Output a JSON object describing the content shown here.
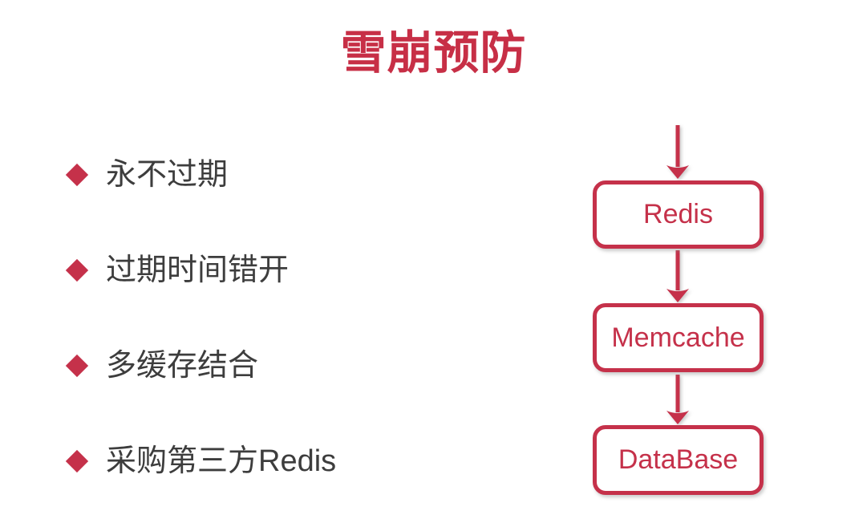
{
  "slide": {
    "title": "雪崩预防",
    "bullets": [
      {
        "label": "永不过期"
      },
      {
        "label": "过期时间错开"
      },
      {
        "label": "多缓存结合"
      },
      {
        "label": "采购第三方Redis"
      }
    ],
    "diagram": {
      "nodes": [
        {
          "id": "redis",
          "label": "Redis"
        },
        {
          "id": "memcache",
          "label": "Memcache"
        },
        {
          "id": "database",
          "label": "DataBase"
        }
      ],
      "edges": [
        {
          "from": "start",
          "to": "redis"
        },
        {
          "from": "redis",
          "to": "memcache"
        },
        {
          "from": "memcache",
          "to": "database"
        }
      ]
    },
    "colors": {
      "accent": "#c5314a",
      "title": "#c72f46",
      "body_text": "#3d3d3d",
      "background": "#ffffff"
    }
  }
}
